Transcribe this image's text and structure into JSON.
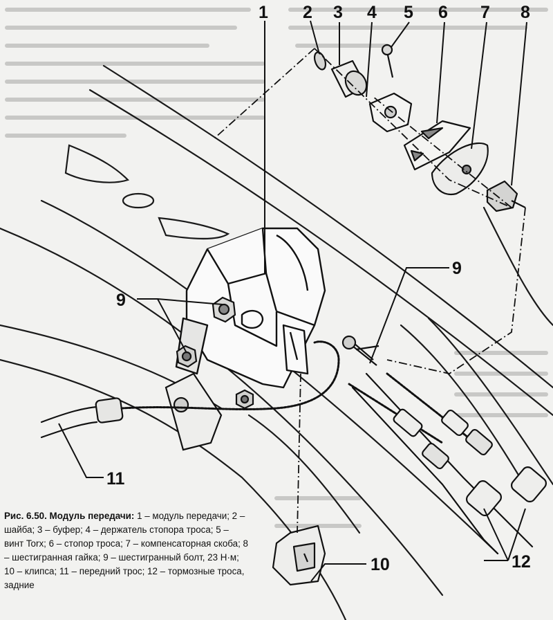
{
  "callouts": [
    "1",
    "2",
    "3",
    "4",
    "5",
    "6",
    "7",
    "8",
    "9",
    "9",
    "10",
    "11",
    "12"
  ],
  "caption": {
    "title": "Рис. 6.50. Модуль передачи:",
    "text": "1 – модуль передачи; 2 – шайба; 3 – буфер; 4 – держатель стопора троса; 5 – винт Torx; 6 – стопор троса; 7 – компенсаторная скоба; 8 – шестигранная гайка; 9 – шестигранный болт, 23 Н·м; 10 – клипса; 11 – передний трос; 12 – тормозные троса, задние"
  },
  "colors": {
    "ink": "#111111",
    "paper": "#f2f2f0",
    "ghost": "#c4c4c2"
  }
}
